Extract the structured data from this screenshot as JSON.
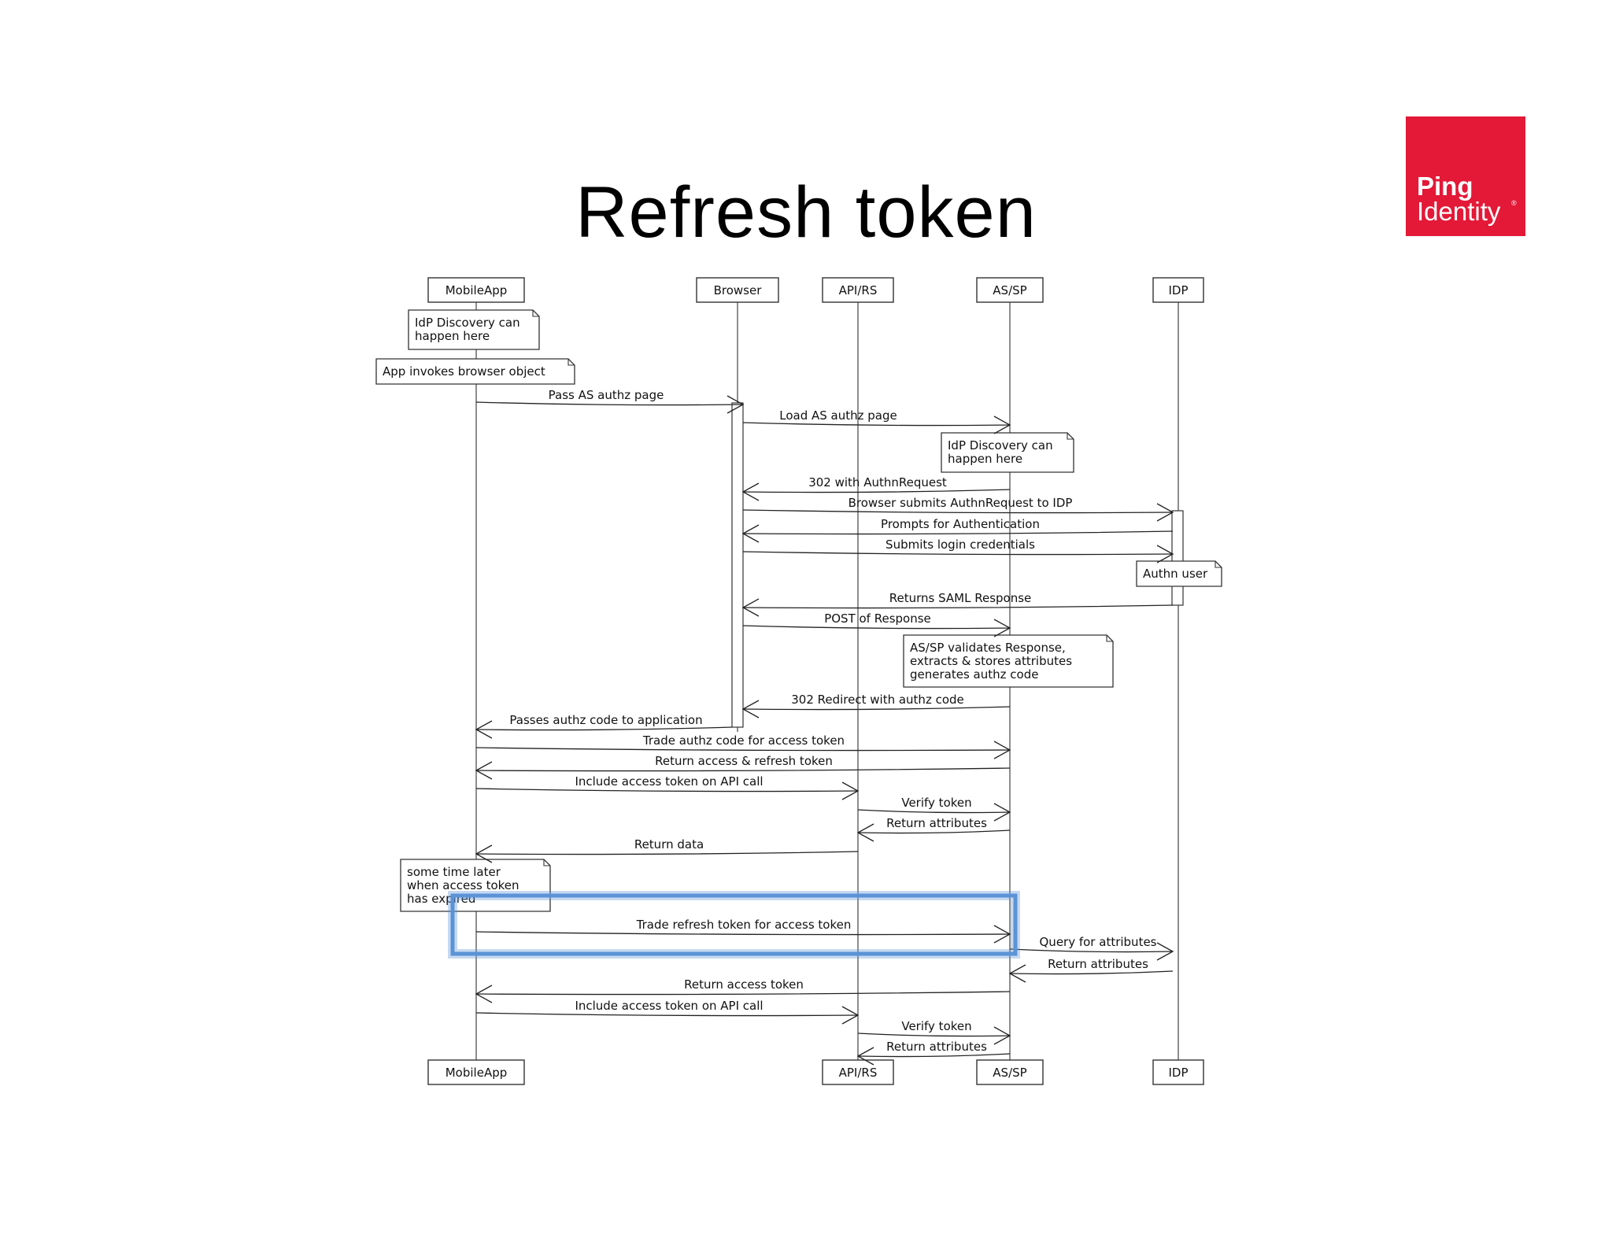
{
  "title": "Refresh token",
  "logo": {
    "line1": "Ping",
    "line2": "Identity",
    "mark": "®",
    "color": "#e31937"
  },
  "participants": [
    {
      "id": "mobileapp",
      "label": "MobileApp",
      "bottom": true
    },
    {
      "id": "browser",
      "label": "Browser",
      "bottom": false
    },
    {
      "id": "apirs",
      "label": "API/RS",
      "bottom": true
    },
    {
      "id": "assp",
      "label": "AS/SP",
      "bottom": true
    },
    {
      "id": "idp",
      "label": "IDP",
      "bottom": true
    }
  ],
  "notes": [
    {
      "id": "note-idp-discovery-1",
      "lines": [
        "IdP Discovery can",
        " happen here"
      ]
    },
    {
      "id": "note-app-invokes",
      "lines": [
        "App invokes browser object"
      ]
    },
    {
      "id": "note-idp-discovery-2",
      "lines": [
        "IdP Discovery can",
        " happen here"
      ]
    },
    {
      "id": "note-authn-user",
      "lines": [
        "Authn user"
      ]
    },
    {
      "id": "note-assp-validates",
      "lines": [
        "AS/SP validates Response,",
        " extracts & stores attributes",
        " generates authz code"
      ]
    },
    {
      "id": "note-some-time-later",
      "lines": [
        "some time later",
        " when access token",
        " has expired"
      ]
    }
  ],
  "messages": [
    {
      "from": "mobileapp",
      "to": "browser",
      "label": "Pass AS authz page"
    },
    {
      "from": "browser",
      "to": "assp",
      "label": "Load AS authz page"
    },
    {
      "from": "assp",
      "to": "browser",
      "label": "302 with AuthnRequest"
    },
    {
      "from": "browser",
      "to": "idp",
      "label": "Browser submits AuthnRequest to IDP"
    },
    {
      "from": "idp",
      "to": "browser",
      "label": "Prompts for Authentication"
    },
    {
      "from": "browser",
      "to": "idp",
      "label": "Submits login credentials"
    },
    {
      "from": "idp",
      "to": "browser",
      "label": "Returns SAML Response"
    },
    {
      "from": "browser",
      "to": "assp",
      "label": "POST of Response"
    },
    {
      "from": "assp",
      "to": "browser",
      "label": "302 Redirect with authz code"
    },
    {
      "from": "browser",
      "to": "mobileapp",
      "label": "Passes authz code to application"
    },
    {
      "from": "mobileapp",
      "to": "assp",
      "label": "Trade authz code for access token"
    },
    {
      "from": "assp",
      "to": "mobileapp",
      "label": "Return access & refresh token"
    },
    {
      "from": "mobileapp",
      "to": "apirs",
      "label": "Include access token on API call"
    },
    {
      "from": "apirs",
      "to": "assp",
      "label": "Verify token"
    },
    {
      "from": "assp",
      "to": "apirs",
      "label": "Return attributes"
    },
    {
      "from": "apirs",
      "to": "mobileapp",
      "label": "Return data"
    },
    {
      "from": "mobileapp",
      "to": "assp",
      "label": "Trade refresh token for access token",
      "highlight": true
    },
    {
      "from": "assp",
      "to": "idp",
      "label": "Query for attributes"
    },
    {
      "from": "idp",
      "to": "assp",
      "label": "Return attributes"
    },
    {
      "from": "assp",
      "to": "mobileapp",
      "label": "Return access token"
    },
    {
      "from": "mobileapp",
      "to": "apirs",
      "label": "Include access token on API call"
    },
    {
      "from": "apirs",
      "to": "assp",
      "label": "Verify token"
    },
    {
      "from": "assp",
      "to": "apirs",
      "label": "Return attributes"
    }
  ],
  "highlight_color": "#5b93d6"
}
